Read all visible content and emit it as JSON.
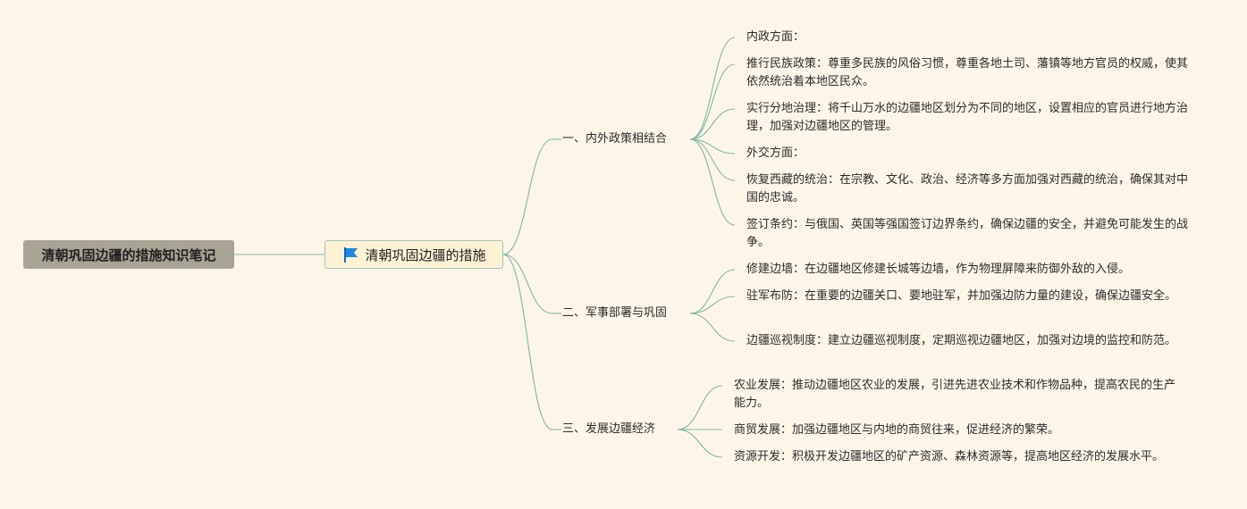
{
  "root": {
    "title": "清朝巩固边疆的措施知识笔记"
  },
  "central": {
    "title": "清朝巩固边疆的措施",
    "icon": "flag-icon",
    "icon_color": "#1e88e5"
  },
  "colors": {
    "background": "#fdf6e8",
    "root_fill": "#a9a393",
    "central_fill": "#fdf3d4",
    "connector": "#7fb5a3"
  },
  "branches": [
    {
      "label": "一、内外政策相结合",
      "items": [
        "内政方面：",
        "推行民族政策：尊重多民族的风俗习惯，尊重各地土司、藩镇等地方官员的权威，使其依然统治着本地区民众。",
        "实行分地治理：将千山万水的边疆地区划分为不同的地区，设置相应的官员进行地方治理，加强对边疆地区的管理。",
        "外交方面：",
        "恢复西藏的统治：在宗教、文化、政治、经济等多方面加强对西藏的统治，确保其对中国的忠诚。",
        "签订条约：与俄国、英国等强国签订边界条约，确保边疆的安全，并避免可能发生的战争。"
      ]
    },
    {
      "label": "二、军事部署与巩固",
      "items": [
        "修建边墙：在边疆地区修建长城等边墙，作为物理屏障来防御外敌的入侵。",
        "驻军布防：在重要的边疆关口、要地驻军，并加强边防力量的建设，确保边疆安全。",
        "边疆巡视制度：建立边疆巡视制度，定期巡视边疆地区，加强对边境的监控和防范。"
      ]
    },
    {
      "label": "三、发展边疆经济",
      "items": [
        "农业发展：推动边疆地区农业的发展，引进先进农业技术和作物品种，提高农民的生产能力。",
        "商贸发展：加强边疆地区与内地的商贸往来，促进经济的繁荣。",
        "资源开发：积极开发边疆地区的矿产资源、森林资源等，提高地区经济的发展水平。"
      ]
    }
  ]
}
